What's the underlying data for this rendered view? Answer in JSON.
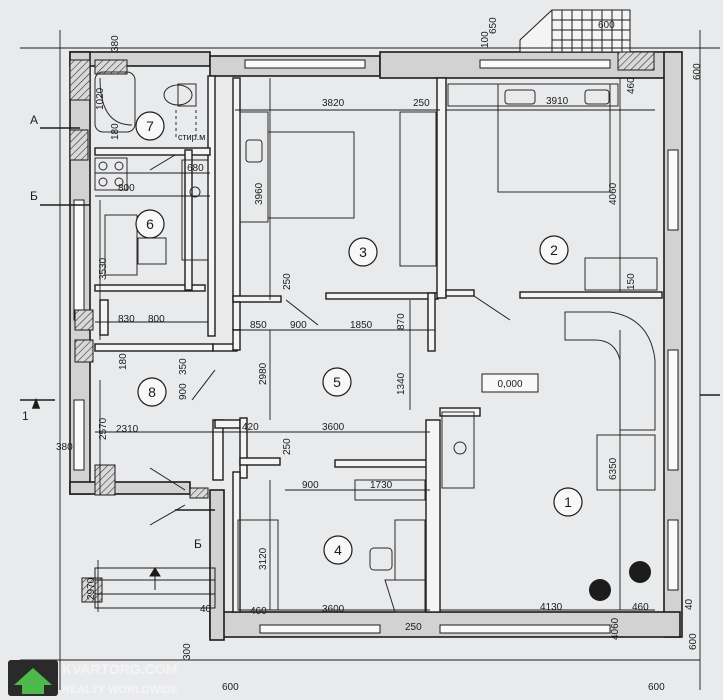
{
  "plan": {
    "level_mark": "0,000",
    "section_a": "А",
    "section_b": "Б",
    "section_1": "1",
    "rooms": [
      {
        "number": "1"
      },
      {
        "number": "2"
      },
      {
        "number": "3"
      },
      {
        "number": "4"
      },
      {
        "number": "5"
      },
      {
        "number": "6"
      },
      {
        "number": "7"
      },
      {
        "number": "8"
      }
    ],
    "fixture_label": "стир.м",
    "dimensions": {
      "d650": "650",
      "d600": "600",
      "d100": "100",
      "d380": "380",
      "d460": "460",
      "d3820": "3820",
      "d250": "250",
      "d3910": "3910",
      "d1020": "1020",
      "d180": "180",
      "d680": "680",
      "d800": "800",
      "d3960": "3960",
      "d4060": "4060",
      "d3530": "3530",
      "d150": "150",
      "d830": "830",
      "d850": "850",
      "d900": "900",
      "d1850": "1850",
      "d870": "870",
      "d350": "350",
      "d2980": "2980",
      "d1340": "1340",
      "d2570": "2570",
      "d2310": "2310",
      "d420": "420",
      "d3600": "3600",
      "d6350": "6350",
      "d1730": "1730",
      "d3120": "3120",
      "d2970": "2970",
      "d40": "40",
      "d4130": "4130",
      "d300": "300"
    }
  },
  "watermark": {
    "brand": "KVARTORG.COM",
    "tagline": "REALTY WORLDWIDE"
  }
}
